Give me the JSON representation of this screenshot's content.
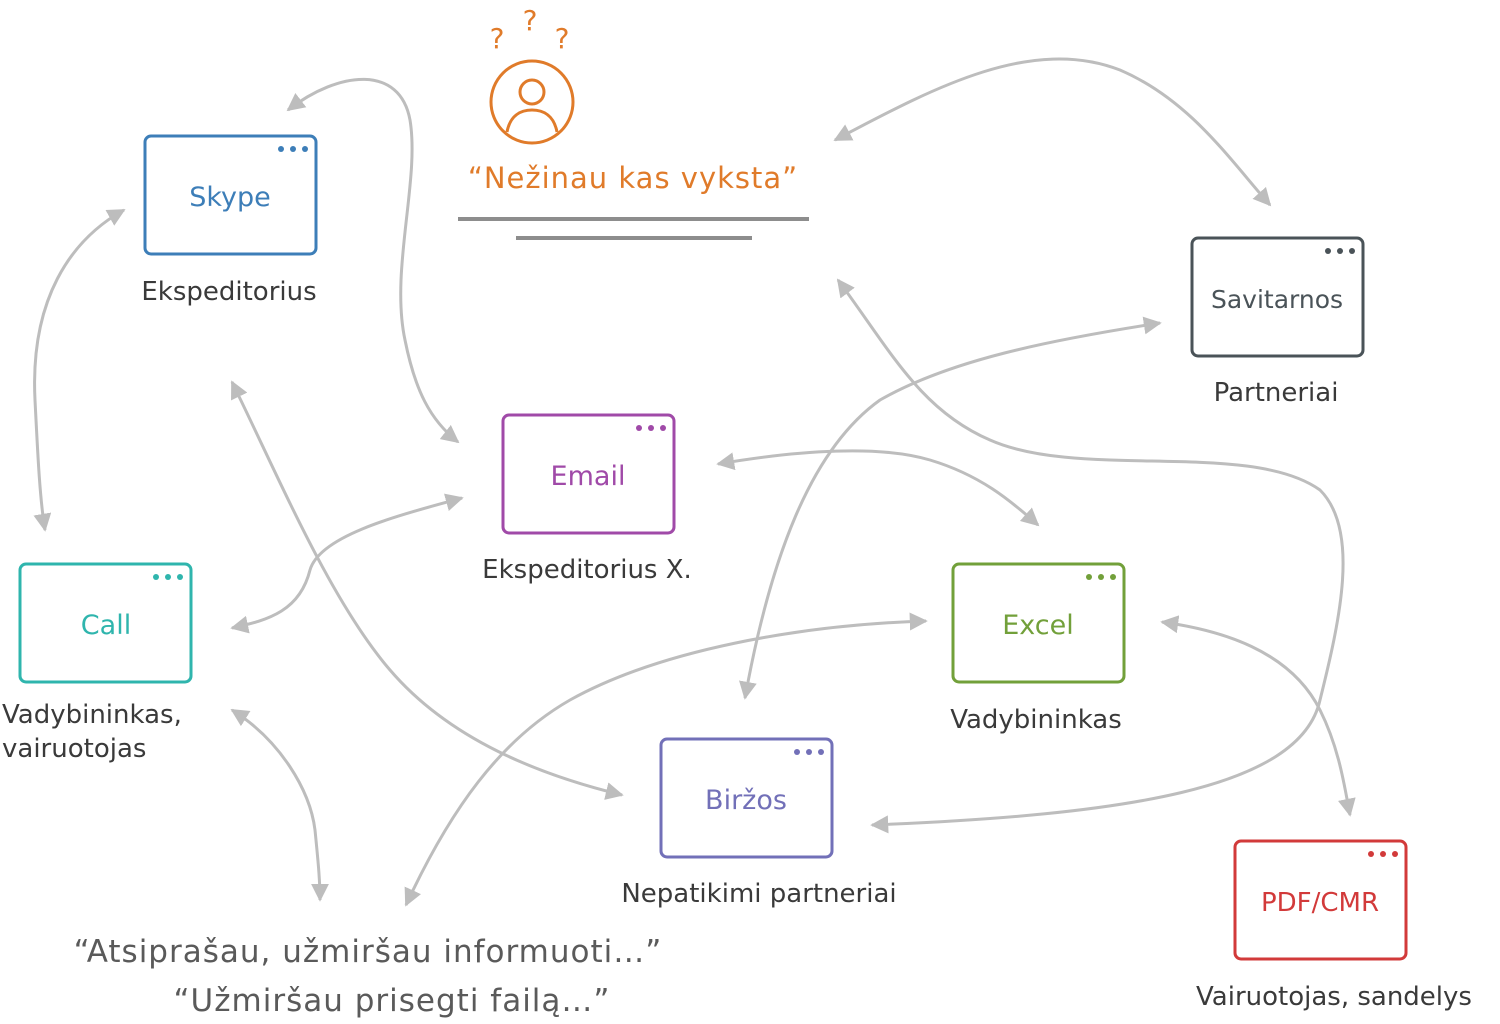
{
  "person": {
    "question_marks": [
      "?",
      "?",
      "?"
    ],
    "quote": "“Nežinau kas vyksta”",
    "color": "#e07b2a"
  },
  "nodes": {
    "skype": {
      "label": "Skype",
      "caption": "Ekspeditorius",
      "color": "#3d7eb8"
    },
    "email": {
      "label": "Email",
      "caption": "Ekspeditorius X.",
      "color": "#a04aa8"
    },
    "savitarnos": {
      "label": "Savitarnos",
      "caption": "Partneriai",
      "color": "#4a5358"
    },
    "call": {
      "label": "Call",
      "caption_line1": "Vadybininkas,",
      "caption_line2": "vairuotojas",
      "color": "#2fb5ad"
    },
    "excel": {
      "label": "Excel",
      "caption": "Vadybininkas",
      "color": "#72a03a"
    },
    "birzos": {
      "label": "Biržos",
      "caption": "Nepatikimi partneriai",
      "color": "#7270b8"
    },
    "pdf": {
      "label": "PDF/CMR",
      "caption": "Vairuotojas, sandelys",
      "color": "#d23a3a"
    }
  },
  "bottom_quotes": {
    "line1": "“Atsiprašau, užmiršau informuoti…”",
    "line2": "“Užmiršau prisegti failą…”"
  },
  "colors": {
    "arrow": "#bdbdbd",
    "caption_text": "#3a3a3a",
    "quote_text": "#5a5a5a",
    "underline": "#8d8d8d"
  }
}
